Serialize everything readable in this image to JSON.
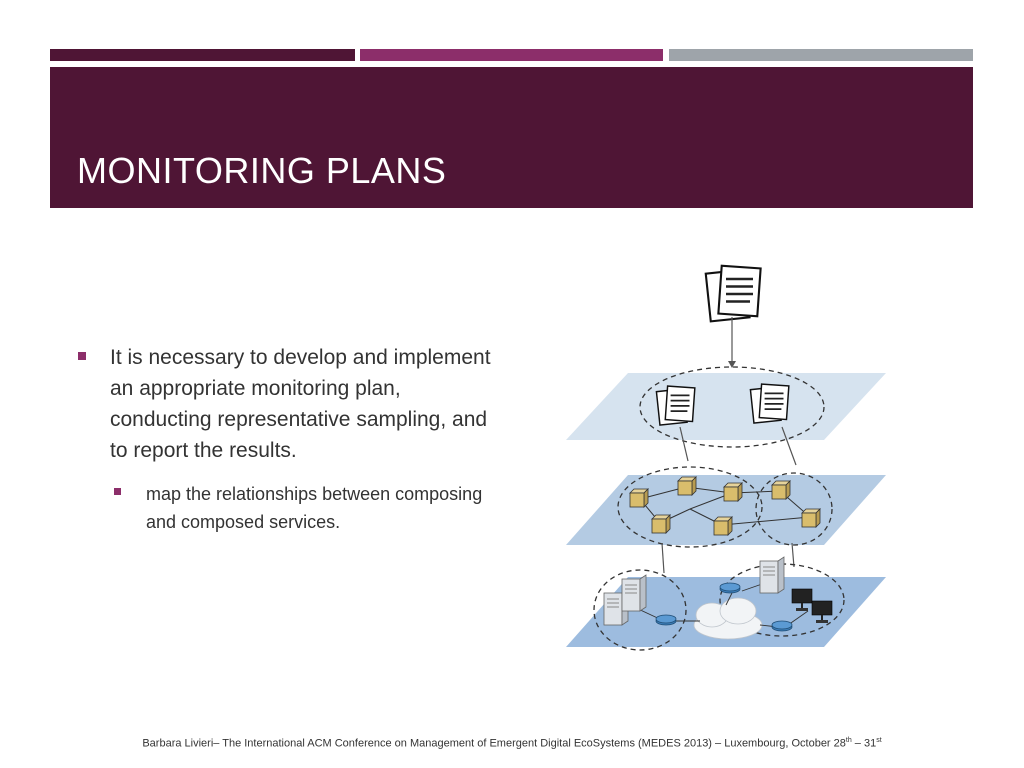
{
  "slide": {
    "title": "MONITORING PLANS"
  },
  "content": {
    "bullet_1": "It is necessary to develop and implement an appropriate monitoring plan, conducting representative sampling, and to report the results.",
    "sub_bullet_1": "map the relationships between composing and composed services."
  },
  "footer": {
    "text": "Barbara Livieri– The International ACM Conference on Management of Emergent Digital EcoSystems (MEDES 2013) – Luxembourg, October 28",
    "sup_1": "th",
    "mid": " – 31",
    "sup_2": "st"
  },
  "colors": {
    "header": "#4f1535",
    "accent": "#8c2e6a",
    "gray_bar": "#9ea4aa",
    "plane_light": "#d6e3ef",
    "plane_mid": "#b4cbe3",
    "plane_dark": "#9dbcdf"
  },
  "icons": [
    "document-icon",
    "service-box-icon",
    "server-icon",
    "router-icon",
    "cloud-icon",
    "computer-icon"
  ]
}
